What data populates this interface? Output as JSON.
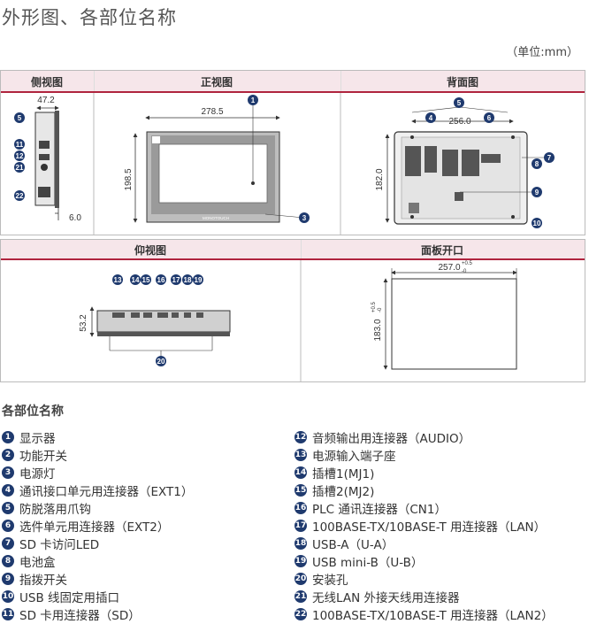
{
  "page_title": "外形图、各部位名称",
  "unit_note": "（单位:mm）",
  "panels": {
    "side": "侧视图",
    "front": "正视图",
    "back": "背面图",
    "bottom": "仰视图",
    "cutout": "面板开口"
  },
  "dimensions": {
    "side_depth": "47.2",
    "side_thickness": "6.0",
    "front_width": "278.5",
    "front_height": "198.5",
    "back_width": "256.0",
    "back_height": "182.0",
    "bottom_height": "53.2",
    "cutout_width": "257.0",
    "cutout_width_tol_plus": "+0.5",
    "cutout_width_tol_minus": "-0",
    "cutout_height": "183.0",
    "cutout_height_tol_plus": "+0.5",
    "cutout_height_tol_minus": "-0"
  },
  "brand_mark": "MONOTOUCH",
  "section_title": "各部位名称",
  "parts": [
    {
      "n": "1",
      "label": "显示器"
    },
    {
      "n": "2",
      "label": "功能开关"
    },
    {
      "n": "3",
      "label": "电源灯"
    },
    {
      "n": "4",
      "label": "通讯接口单元用连接器（EXT1）"
    },
    {
      "n": "5",
      "label": "防脱落用爪钩"
    },
    {
      "n": "6",
      "label": "选件单元用连接器（EXT2）"
    },
    {
      "n": "7",
      "label": "SD 卡访问LED"
    },
    {
      "n": "8",
      "label": "电池盒"
    },
    {
      "n": "9",
      "label": "指拨开关"
    },
    {
      "n": "10",
      "label": "USB 线固定用插口"
    },
    {
      "n": "11",
      "label": "SD 卡用连接器（SD）"
    },
    {
      "n": "12",
      "label": "音频输出用连接器（AUDIO）"
    },
    {
      "n": "13",
      "label": "电源输入端子座"
    },
    {
      "n": "14",
      "label": "插槽1(MJ1)"
    },
    {
      "n": "15",
      "label": "插槽2(MJ2)"
    },
    {
      "n": "16",
      "label": "PLC 通讯连接器（CN1）"
    },
    {
      "n": "17",
      "label": "100BASE-TX/10BASE-T 用连接器（LAN）"
    },
    {
      "n": "18",
      "label": "USB-A（U-A）"
    },
    {
      "n": "19",
      "label": "USB mini-B（U-B）"
    },
    {
      "n": "20",
      "label": "安装孔"
    },
    {
      "n": "21",
      "label": "无线LAN 外接天线用连接器"
    },
    {
      "n": "22",
      "label": "100BASE-TX/10BASE-T 用连接器（LAN2）"
    }
  ],
  "colors": {
    "header_bg": "#f6e6ea",
    "header_border": "#b0243e",
    "badge": "#1f3a6e"
  }
}
